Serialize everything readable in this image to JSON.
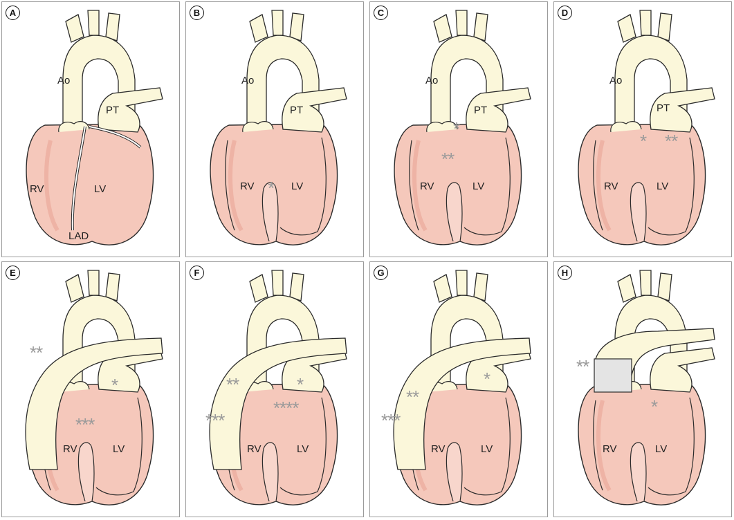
{
  "colors": {
    "heart": "#f5c8bb",
    "heart_edge": "#e9a596",
    "vessel": "#fbf7da",
    "outline": "#2b2b2b",
    "asterisk": "#9a9a9a"
  },
  "panels": [
    {
      "id": "A",
      "labels": {
        "ao": "Ao",
        "pt": "PT",
        "rv": "RV",
        "lv": "LV",
        "lad": "LAD"
      }
    },
    {
      "id": "B",
      "labels": {
        "ao": "Ao",
        "pt": "PT",
        "rv": "RV",
        "lv": "LV",
        "a1": "*"
      }
    },
    {
      "id": "C",
      "labels": {
        "ao": "Ao",
        "pt": "PT",
        "rv": "RV",
        "lv": "LV",
        "a1": "*",
        "a2": "**"
      }
    },
    {
      "id": "D",
      "labels": {
        "ao": "Ao",
        "pt": "PT",
        "rv": "RV",
        "lv": "LV",
        "a1": "*",
        "a2": "**"
      }
    },
    {
      "id": "E",
      "labels": {
        "rv": "RV",
        "lv": "LV",
        "a1": "*",
        "a2": "**",
        "a3": "***"
      }
    },
    {
      "id": "F",
      "labels": {
        "rv": "RV",
        "lv": "LV",
        "a1": "*",
        "a2": "**",
        "a3": "***",
        "a4": "****"
      }
    },
    {
      "id": "G",
      "labels": {
        "rv": "RV",
        "lv": "LV",
        "a1": "*",
        "a2": "**",
        "a3": "***"
      }
    },
    {
      "id": "H",
      "labels": {
        "rv": "RV",
        "lv": "LV",
        "a1": "*",
        "a2": "**"
      }
    }
  ]
}
